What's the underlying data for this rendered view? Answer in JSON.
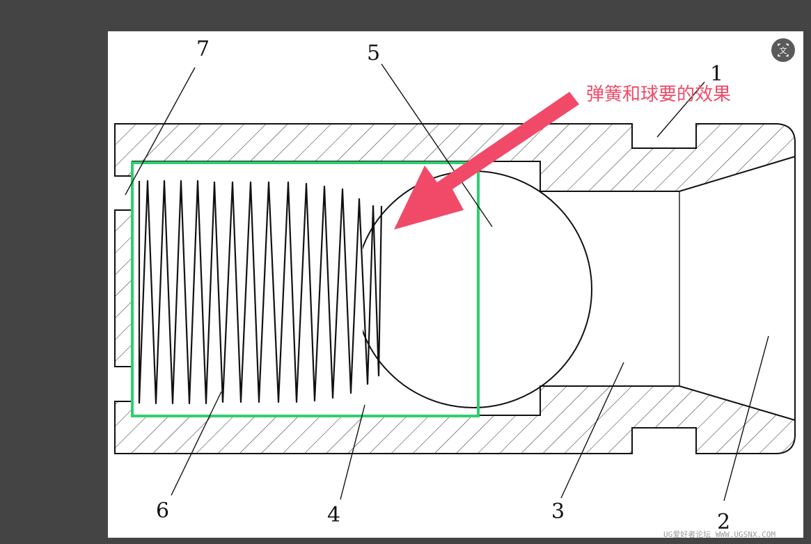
{
  "labels": {
    "part_1": "1",
    "part_2": "2",
    "part_3": "3",
    "part_4": "4",
    "part_5": "5",
    "part_6": "6",
    "part_7": "7"
  },
  "annotation": {
    "text": "弹簧和球要的效果",
    "color": "#f14a68"
  },
  "highlight_color": "#2ecf6f",
  "watermark": "UG爱好者论坛 WWW.UGSNX.COM",
  "toolbar": {
    "translate_icon": "translate-icon"
  }
}
